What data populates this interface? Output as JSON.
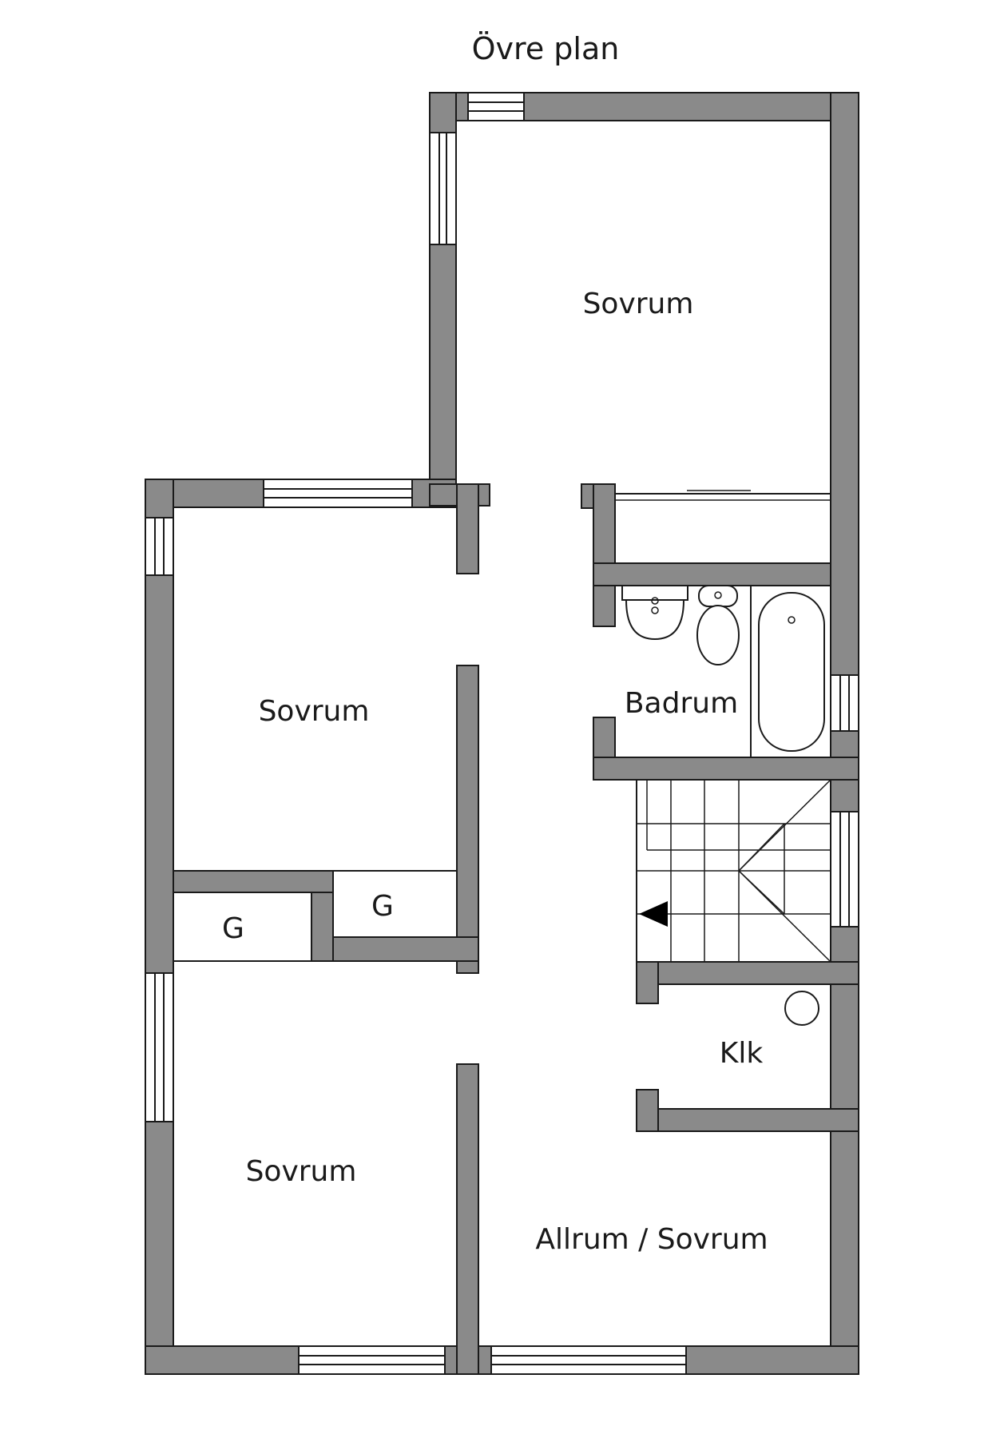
{
  "plan": {
    "title": "Övre plan",
    "colors": {
      "wall": "#8a8a8a",
      "outline": "#1a1a1a",
      "background": "#ffffff"
    },
    "rooms": {
      "sovrum_top": "Sovrum",
      "sovrum_left": "Sovrum",
      "sovrum_bottom": "Sovrum",
      "badrum": "Badrum",
      "klk": "Klk",
      "allrum": "Allrum / Sovrum",
      "garderob_1": "G",
      "garderob_2": "G"
    },
    "icons": {
      "stair": "stair-arrow-icon",
      "sink": "sink-icon",
      "toilet": "toilet-icon",
      "bathtub": "bathtub-icon",
      "boiler": "water-heater-icon"
    }
  }
}
